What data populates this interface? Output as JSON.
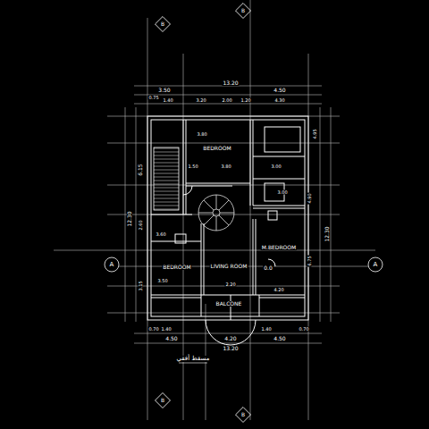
{
  "diagram": {
    "caption": "مسقط أفقي",
    "labels": [
      "13.20",
      "3.50",
      "4.50",
      "0.75",
      "1.40",
      "3.20",
      "2.00",
      "1.20",
      "4.30",
      "6.15",
      "12.30",
      "2.60",
      "3.15",
      "4.95",
      "4.90",
      "12.30",
      "6.75",
      "BEDROOM",
      "3.80",
      "3.80",
      "1.50",
      "3.00",
      "3.00",
      "3.60",
      "M.BEDROOM",
      "0.0",
      "BEDROOM",
      "3.50",
      "LIVING ROOM",
      "2.20",
      "4.20",
      "BALCONE",
      "0.70",
      "1.40",
      "1.40",
      "0.70",
      "4.50",
      "4.20",
      "4.50",
      "13.20",
      "A",
      "A",
      "B",
      "B",
      "B",
      "B"
    ]
  }
}
